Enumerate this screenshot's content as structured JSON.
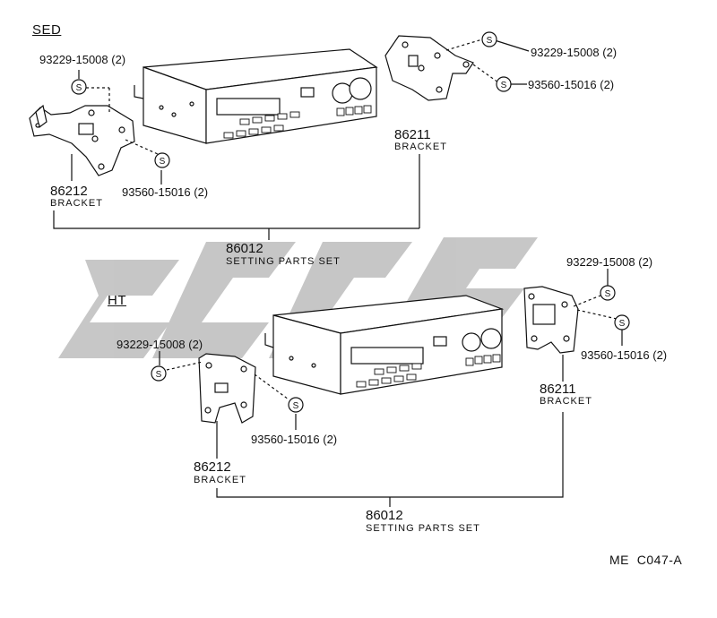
{
  "sed": {
    "title": "SED",
    "left_bolt": "93229-15008 (2)",
    "left_nut": "93560-15016 (2)",
    "left_bracket_no": "86212",
    "left_bracket_label": "BRACKET",
    "right_bolt": "93229-15008 (2)",
    "right_nut": "93560-15016 (2)",
    "right_bracket_no": "86211",
    "right_bracket_label": "BRACKET",
    "set_no": "86012",
    "set_label": "SETTING PARTS SET"
  },
  "ht": {
    "title": "HT",
    "left_bolt": "93229-15008 (2)",
    "left_nut": "93560-15016 (2)",
    "left_bracket_no": "86212",
    "left_bracket_label": "BRACKET",
    "right_bolt": "93229-15008 (2)",
    "right_nut": "93560-15016 (2)",
    "right_bracket_no": "86211",
    "right_bracket_label": "BRACKET",
    "set_no": "86012",
    "set_label": "SETTING PARTS SET"
  },
  "fastener_symbol": "S",
  "figure_code": "ME  C047-A"
}
